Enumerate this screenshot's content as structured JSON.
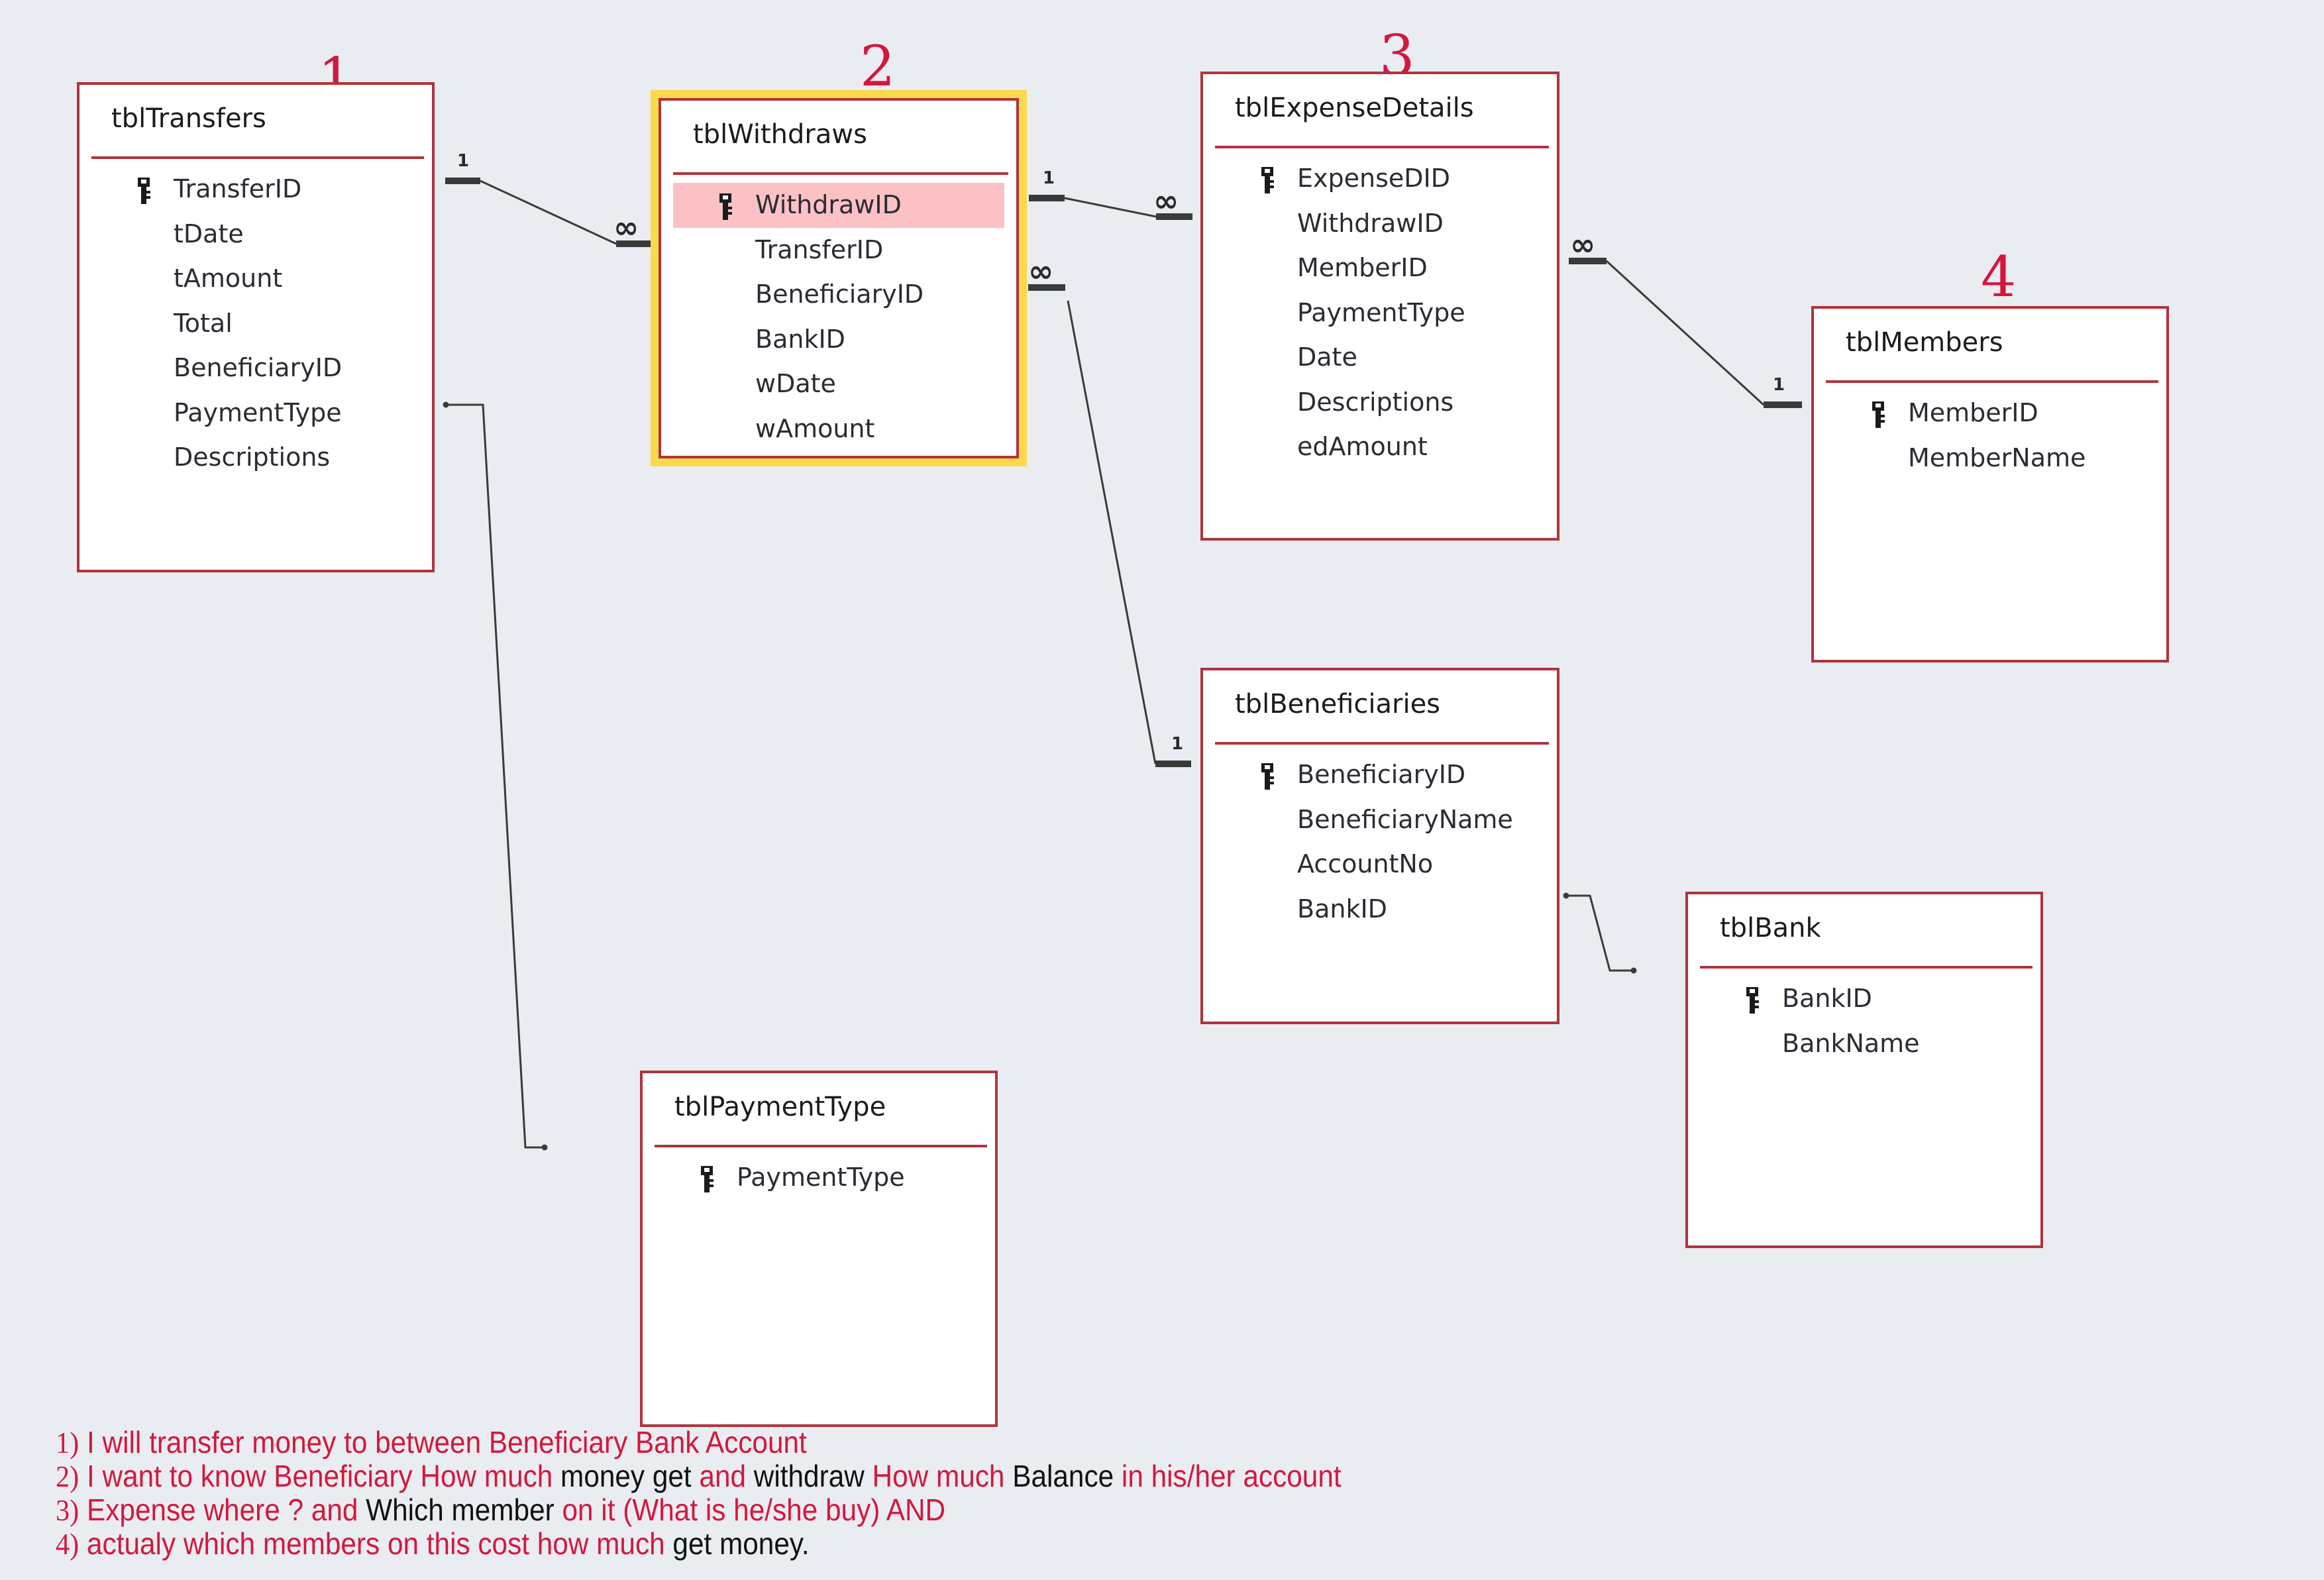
{
  "colors": {
    "background": "#e9edf1",
    "table_border": "#b0333c",
    "selected_outline": "#fbd84c",
    "highlight_row": "#fbc1c4",
    "annotation_red": "#d4173d",
    "connector": "#3a3a3a"
  },
  "markers": [
    "1",
    "2",
    "3",
    "4"
  ],
  "tables": [
    {
      "id": "tblTransfers",
      "title": "tblTransfers",
      "fields": [
        {
          "name": "TransferID",
          "key": true
        },
        {
          "name": "tDate"
        },
        {
          "name": "tAmount"
        },
        {
          "name": "Total"
        },
        {
          "name": "BeneficiaryID"
        },
        {
          "name": "PaymentType"
        },
        {
          "name": "Descriptions"
        }
      ]
    },
    {
      "id": "tblWithdraws",
      "title": "tblWithdraws",
      "selected": true,
      "fields": [
        {
          "name": "WithdrawID",
          "key": true,
          "highlight": true
        },
        {
          "name": "TransferID"
        },
        {
          "name": "BeneficiaryID"
        },
        {
          "name": "BankID"
        },
        {
          "name": "wDate"
        },
        {
          "name": "wAmount"
        }
      ]
    },
    {
      "id": "tblExpenseDetails",
      "title": "tblExpenseDetails",
      "fields": [
        {
          "name": "ExpenseDID",
          "key": true
        },
        {
          "name": "WithdrawID"
        },
        {
          "name": "MemberID"
        },
        {
          "name": "PaymentType"
        },
        {
          "name": "Date"
        },
        {
          "name": "Descriptions"
        },
        {
          "name": "edAmount"
        }
      ]
    },
    {
      "id": "tblMembers",
      "title": "tblMembers",
      "fields": [
        {
          "name": "MemberID",
          "key": true
        },
        {
          "name": "MemberName"
        }
      ]
    },
    {
      "id": "tblBeneficiaries",
      "title": "tblBeneficiaries",
      "fields": [
        {
          "name": "BeneficiaryID",
          "key": true
        },
        {
          "name": "BeneficiaryName"
        },
        {
          "name": "AccountNo"
        },
        {
          "name": "BankID"
        }
      ]
    },
    {
      "id": "tblBank",
      "title": "tblBank",
      "fields": [
        {
          "name": "BankID",
          "key": true
        },
        {
          "name": "BankName"
        }
      ]
    },
    {
      "id": "tblPaymentType",
      "title": "tblPaymentType",
      "fields": [
        {
          "name": "PaymentType",
          "key": true
        }
      ]
    }
  ],
  "relationships": [
    {
      "from": "tblTransfers.TransferID",
      "to": "tblWithdraws.TransferID",
      "from_card": "1",
      "to_card": "∞"
    },
    {
      "from": "tblWithdraws.WithdrawID",
      "to": "tblExpenseDetails.WithdrawID",
      "from_card": "1",
      "to_card": "∞"
    },
    {
      "from": "tblExpenseDetails.MemberID",
      "to": "tblMembers.MemberID",
      "from_card": "∞",
      "to_card": "1"
    },
    {
      "from": "tblWithdraws.BeneficiaryID",
      "to": "tblBeneficiaries.BeneficiaryID",
      "from_card": "∞",
      "to_card": "1"
    },
    {
      "from": "tblBeneficiaries.BankID",
      "to": "tblBank.BankID",
      "from_card": "",
      "to_card": ""
    },
    {
      "from": "tblTransfers.PaymentType",
      "to": "tblPaymentType.PaymentType",
      "from_card": "",
      "to_card": ""
    }
  ],
  "notes": [
    {
      "num": "1)",
      "segments": [
        {
          "text": "I will transfer money to between Beneficiary Bank Account",
          "color": "red"
        }
      ]
    },
    {
      "num": "2)",
      "segments": [
        {
          "text": "I want to know Beneficiary How much ",
          "color": "red"
        },
        {
          "text": "money get ",
          "color": "black"
        },
        {
          "text": "and ",
          "color": "red"
        },
        {
          "text": "withdraw ",
          "color": "black"
        },
        {
          "text": "How much ",
          "color": "red"
        },
        {
          "text": "Balance ",
          "color": "black"
        },
        {
          "text": "in his/her account",
          "color": "red"
        }
      ]
    },
    {
      "num": "3)",
      "segments": [
        {
          "text": "Expense where ? and ",
          "color": "red"
        },
        {
          "text": "Which member ",
          "color": "black"
        },
        {
          "text": "on it (What is he/she buy) AND",
          "color": "red"
        }
      ]
    },
    {
      "num": "4)",
      "segments": [
        {
          "text": "actualy which members on this cost how much ",
          "color": "red"
        },
        {
          "text": "get money.",
          "color": "black"
        }
      ]
    }
  ]
}
